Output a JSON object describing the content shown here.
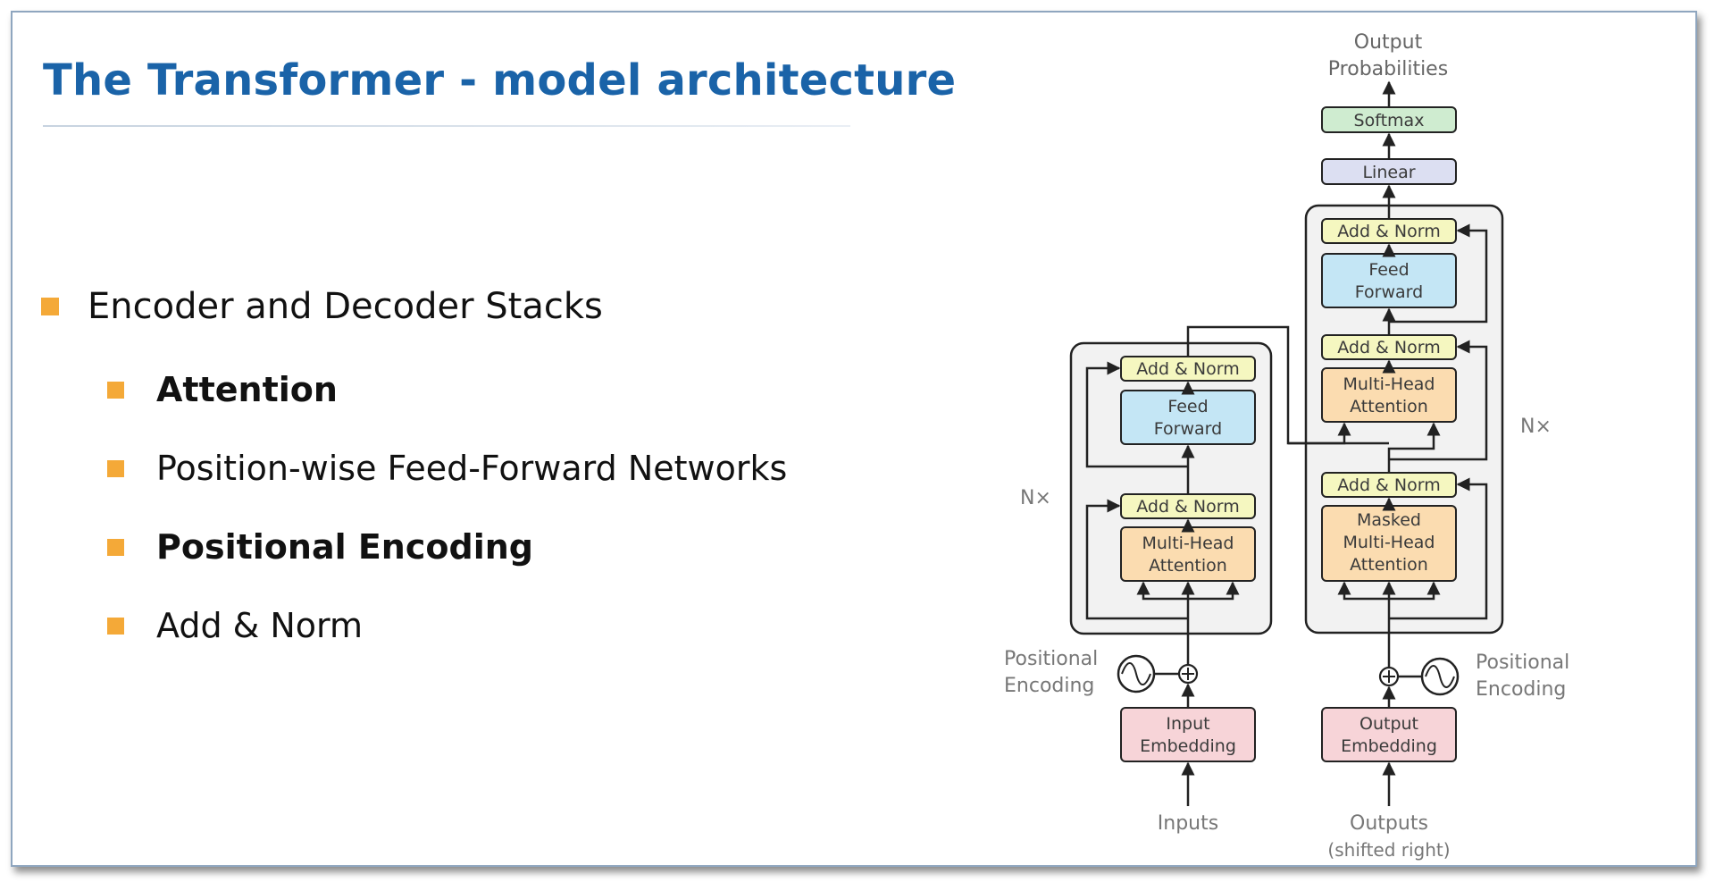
{
  "slide": {
    "title": "The Transformer - model architecture",
    "bullets": {
      "main": "Encoder and Decoder Stacks",
      "sub": [
        {
          "text": "Attention",
          "bold": true
        },
        {
          "text": "Position-wise Feed-Forward Networks",
          "bold": false
        },
        {
          "text": "Positional Encoding",
          "bold": true
        },
        {
          "text": "Add & Norm",
          "bold": false
        }
      ]
    },
    "accent_color": "#f4a938",
    "title_color": "#1a63a8"
  },
  "diagram": {
    "output_probabilities": [
      "Output",
      "Probabilities"
    ],
    "softmax": "Softmax",
    "linear": "Linear",
    "encoder": {
      "add_norm_top": "Add & Norm",
      "feed_forward": [
        "Feed",
        "Forward"
      ],
      "add_norm_bottom": "Add & Norm",
      "attention": [
        "Multi-Head",
        "Attention"
      ],
      "nx": "N×"
    },
    "decoder": {
      "add_norm_top": "Add & Norm",
      "feed_forward": [
        "Feed",
        "Forward"
      ],
      "add_norm_mid": "Add & Norm",
      "attention": [
        "Multi-Head",
        "Attention"
      ],
      "add_norm_bottom": "Add & Norm",
      "masked_attention": [
        "Masked",
        "Multi-Head",
        "Attention"
      ],
      "nx": "N×"
    },
    "positional_encoding_left": [
      "Positional",
      "Encoding"
    ],
    "positional_encoding_right": [
      "Positional",
      "Encoding"
    ],
    "input_embedding": [
      "Input",
      "Embedding"
    ],
    "output_embedding": [
      "Output",
      "Embedding"
    ],
    "inputs": "Inputs",
    "outputs": [
      "Outputs",
      "(shifted right)"
    ],
    "colors": {
      "add_norm": "#f5f7c0",
      "feed_forward": "#c4e6f5",
      "attention": "#fbdcb0",
      "linear": "#dcdff2",
      "softmax": "#cfecd0",
      "embedding": "#f7d4d8"
    }
  }
}
